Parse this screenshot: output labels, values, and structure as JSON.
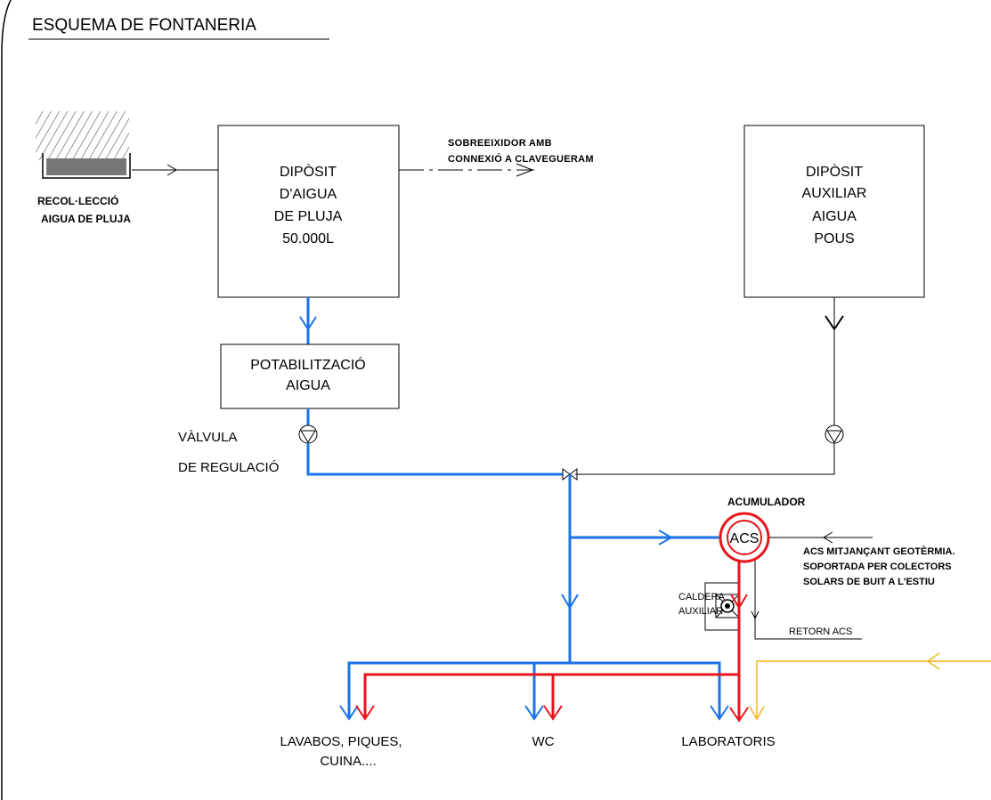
{
  "title": "ESQUEMA DE FONTANERIA",
  "rain_collection": [
    "RECOL·LECCIÓ",
    "AIGUA DE PLUJA"
  ],
  "rain_tank": [
    "DIPÒSIT",
    "D'AIGUA",
    "DE PLUJA",
    "50.000L"
  ],
  "overflow": [
    "SOBREEIXIDOR AMB",
    "CONNEXIÓ A CLAVEGUERAM"
  ],
  "aux_tank": [
    "DIPÒSIT",
    "AUXILIAR",
    "AIGUA",
    "POUS"
  ],
  "potabilization": [
    "POTABILITZACIÓ",
    "AIGUA"
  ],
  "valve": [
    "VÀLVULA",
    "DE REGULACIÓ"
  ],
  "accumulator": "ACUMULADOR",
  "acs": "ACS",
  "acs_note": [
    "ACS MITJANÇANT GEOTÈRMIA.",
    "SOPORTADA PER COLECTORS",
    "SOLARS DE BUIT A L'ESTIU"
  ],
  "boiler": [
    "CALDERA",
    "AUXILIAR"
  ],
  "return_acs": "RETORN ACS",
  "outlets": {
    "sinks": [
      "LAVABOS, PIQUES,",
      "CUINA...."
    ],
    "wc": "WC",
    "labs": "LABORATORIS"
  },
  "colors": {
    "cold_water": "#1a73e8",
    "hot_water": "#e8141c",
    "aux_supply": "#f5b51a",
    "line": "#000000"
  }
}
